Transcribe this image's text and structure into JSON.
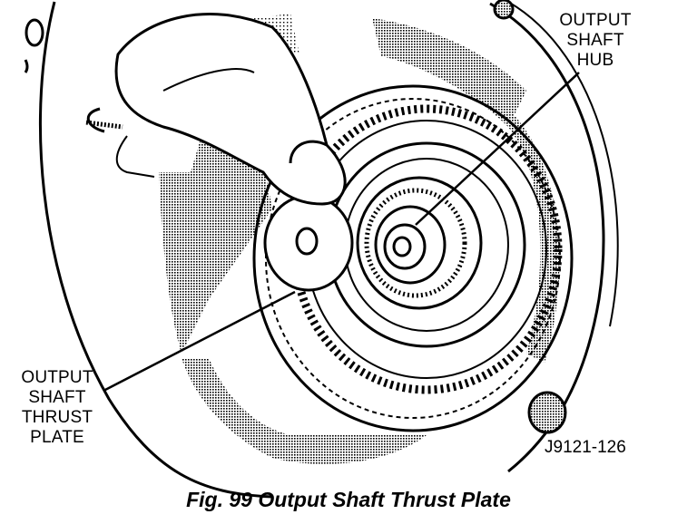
{
  "labels": {
    "hub": [
      "OUTPUT",
      "SHAFT",
      "HUB"
    ],
    "thrust_plate": [
      "OUTPUT",
      "SHAFT",
      "THRUST",
      "PLATE"
    ]
  },
  "figure_code": "J9121-126",
  "caption": "Fig. 99 Output Shaft Thrust Plate",
  "colors": {
    "ink": "#000000",
    "paper": "#ffffff",
    "shade": "#9a9a9a"
  }
}
